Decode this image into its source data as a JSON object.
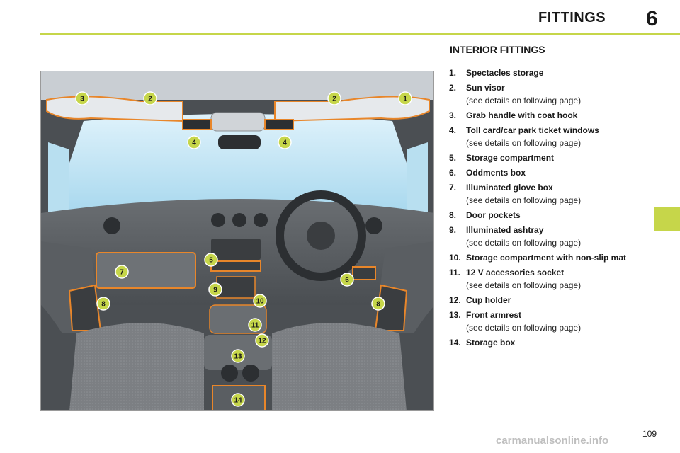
{
  "header": {
    "title": "FITTINGS",
    "chapter": "6"
  },
  "section": {
    "title": "INTERIOR FITTINGS"
  },
  "items": [
    {
      "num": "1.",
      "label": "Spectacles storage",
      "sub": ""
    },
    {
      "num": "2.",
      "label": "Sun visor",
      "sub": "(see details on following page)"
    },
    {
      "num": "3.",
      "label": "Grab handle with coat hook",
      "sub": ""
    },
    {
      "num": "4.",
      "label": "Toll card/car park ticket windows",
      "sub": "(see details on following page)"
    },
    {
      "num": "5.",
      "label": "Storage compartment",
      "sub": ""
    },
    {
      "num": "6.",
      "label": "Oddments box",
      "sub": ""
    },
    {
      "num": "7.",
      "label": "Illuminated glove box",
      "sub": "(see details on following page)"
    },
    {
      "num": "8.",
      "label": "Door pockets",
      "sub": ""
    },
    {
      "num": "9.",
      "label": "Illuminated ashtray",
      "sub": "(see details on following page)"
    },
    {
      "num": "10.",
      "label": "Storage compartment with non-slip mat",
      "sub": ""
    },
    {
      "num": "11.",
      "label": "12 V accessories socket",
      "sub": "(see details on following page)"
    },
    {
      "num": "12.",
      "label": "Cup holder",
      "sub": ""
    },
    {
      "num": "13.",
      "label": "Front armrest",
      "sub": "(see details on following page)"
    },
    {
      "num": "14.",
      "label": "Storage box",
      "sub": ""
    }
  ],
  "callouts": [
    "3",
    "2",
    "2",
    "1",
    "4",
    "4",
    "5",
    "7",
    "6",
    "9",
    "10",
    "8",
    "8",
    "11",
    "12",
    "13",
    "14"
  ],
  "page": {
    "number": "109"
  },
  "watermark": "carmanualsonline.info",
  "colors": {
    "accent": "#c6d64a",
    "highlight": "#e8862a"
  }
}
